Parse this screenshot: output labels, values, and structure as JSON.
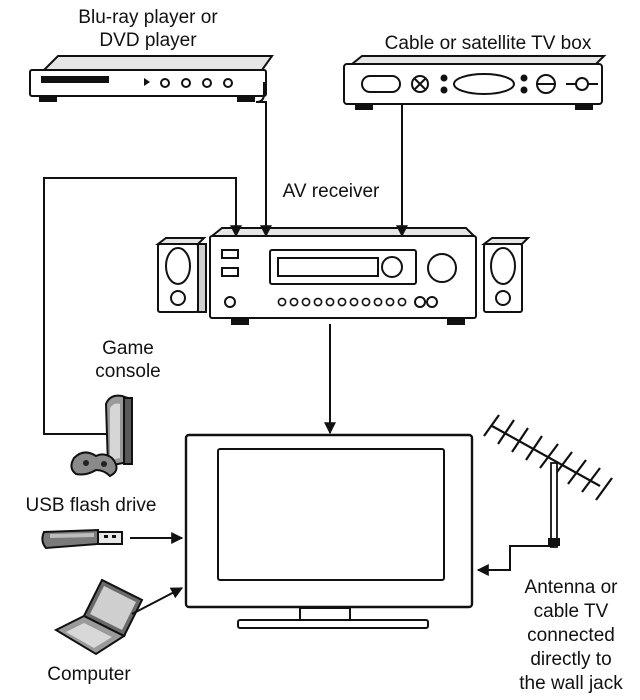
{
  "labels": {
    "bluray": [
      "Blu-ray player or",
      "DVD player"
    ],
    "cable": "Cable or satellite TV box",
    "receiver": "AV receiver",
    "console": [
      "Game",
      "console"
    ],
    "usb": "USB flash drive",
    "computer": "Computer",
    "antenna": [
      "Antenna or",
      "cable TV",
      "connected",
      "directly to",
      "the wall jack"
    ]
  },
  "colors": {
    "ink": "#111111",
    "device_fill": "#ffffff",
    "shade": "#cfcfcf",
    "paper": "#ffffff"
  }
}
